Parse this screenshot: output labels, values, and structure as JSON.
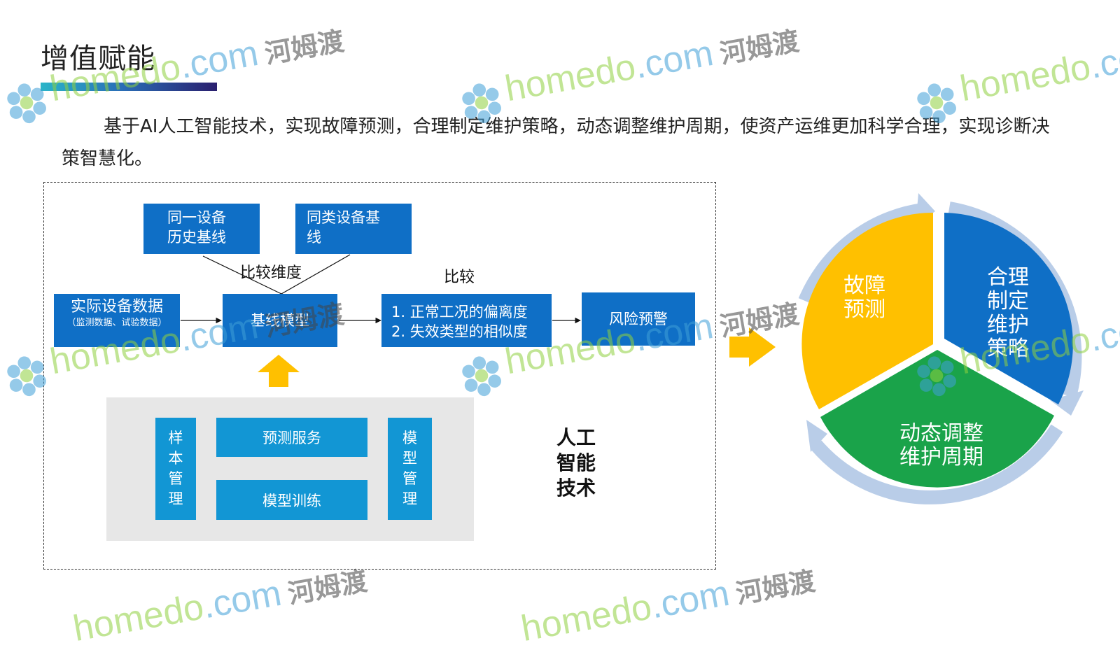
{
  "title": "增值赋能",
  "intro": "基于AI人工智能技术，实现故障预测，合理制定维护策略，动态调整维护周期，使资产运维更加科学合理，实现诊断决策智慧化。",
  "diagram": {
    "same_device_baseline": "同一设备\n历史基线",
    "similar_device_baseline": "同类设备基\n线",
    "compare_dimension_label": "比较维度",
    "compare_label": "比较",
    "actual_data_title": "实际设备数据",
    "actual_data_sub": "（监测数据、试验数据）",
    "baseline_model": "基线模型",
    "compare_results": "1. 正常工况的偏离度\n2. 失效类型的相似度",
    "risk_warning": "风险预警",
    "sample_mgmt": "样本管理",
    "predict_service": "预测服务",
    "model_training": "模型训练",
    "model_mgmt": "模型管理",
    "ai_tech": "人工智能技术"
  },
  "cycle": {
    "fault_prediction": "故障\n预测",
    "strategy": "合理\n制定\n维护\n策略",
    "dynamic_cycle": "动态调整\n维护周期"
  },
  "watermark": {
    "brand": "homedo",
    "domain": ".com",
    "cn": "河姆渡"
  },
  "colors": {
    "box_blue": "#0f6fc6",
    "light_blue": "#1296d4",
    "arrow_yellow": "#ffc000",
    "cycle_yellow": "#ffc000",
    "cycle_blue": "#0f6fc6",
    "cycle_green": "#1aa34a",
    "ring": "#b9cde8"
  }
}
